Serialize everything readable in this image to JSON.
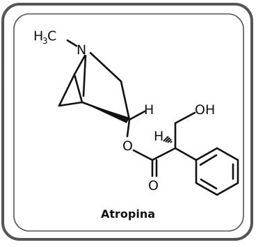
{
  "molecule": {
    "name": "Atropina",
    "atoms": {
      "h3c_h": "H",
      "h3c_sub": "3",
      "h3c_c": "C",
      "nitrogen": "N",
      "hydrogen_ring": "H",
      "hydrogen_alpha": "H",
      "hydroxyl": "OH",
      "ester_oxygen": "O",
      "carbonyl_oxygen": "O"
    }
  },
  "colors": {
    "line": "#111111",
    "frame": "#555555",
    "background": "#ffffff"
  }
}
